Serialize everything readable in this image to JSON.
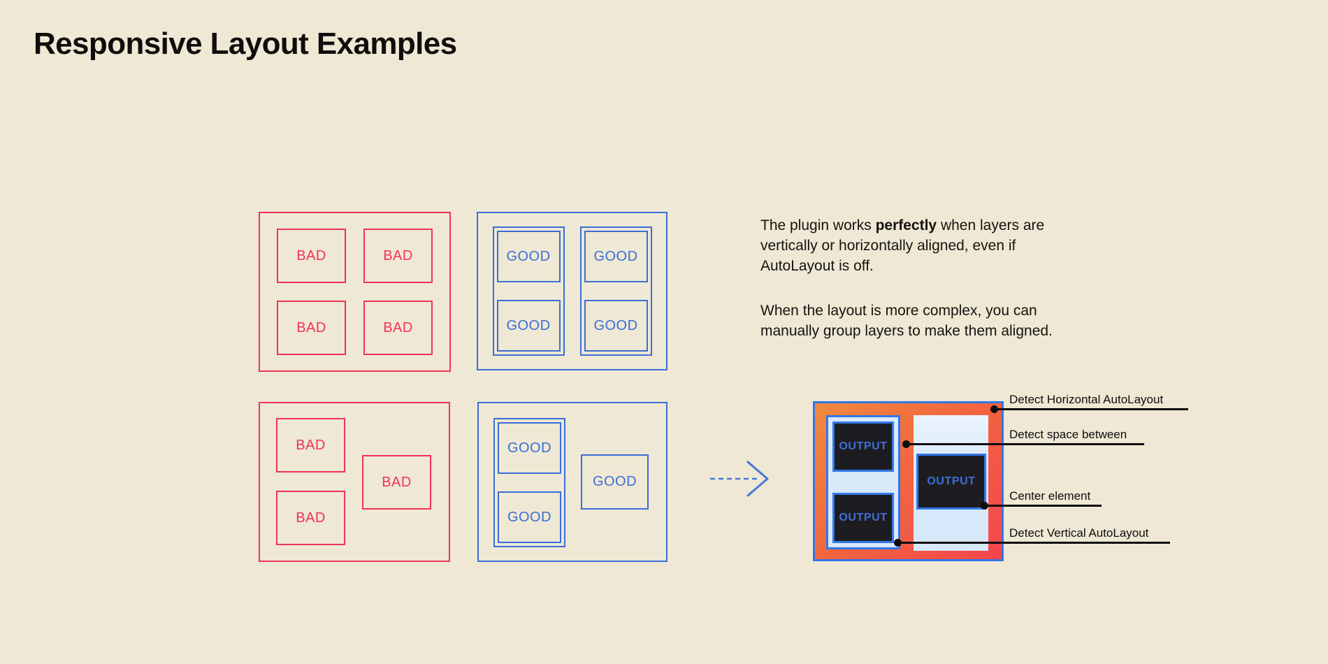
{
  "title": "Responsive Layout Examples",
  "labels": {
    "bad": "BAD",
    "good": "GOOD",
    "output": "OUTPUT"
  },
  "description": {
    "p1_before": "The plugin works ",
    "p1_bold": "perfectly",
    "p1_after": " when layers are vertically or horizontally aligned, even if AutoLayout is off.",
    "p2": "When the layout is more complex, you can manually group layers to make them aligned."
  },
  "annotations": [
    {
      "label": "Detect Horizontal AutoLayout"
    },
    {
      "label": "Detect space between"
    },
    {
      "label": "Center element"
    },
    {
      "label": "Detect Vertical AutoLayout"
    }
  ],
  "icons": {
    "arrow": "dashed-right-arrow-icon"
  },
  "colors": {
    "background": "#EFE8D4",
    "bad_red": "#F0325A",
    "good_blue": "#3A6ED8",
    "output_border_blue": "#3277E8",
    "output_frame_gradient_start": "#F08A3E",
    "output_frame_gradient_end": "#F4454E",
    "panel_pale_blue": "#D9E9FA",
    "output_box_dark": "#1D1D21",
    "output_text_blue": "#3E6FD9",
    "ink": "#0D0D0D"
  }
}
